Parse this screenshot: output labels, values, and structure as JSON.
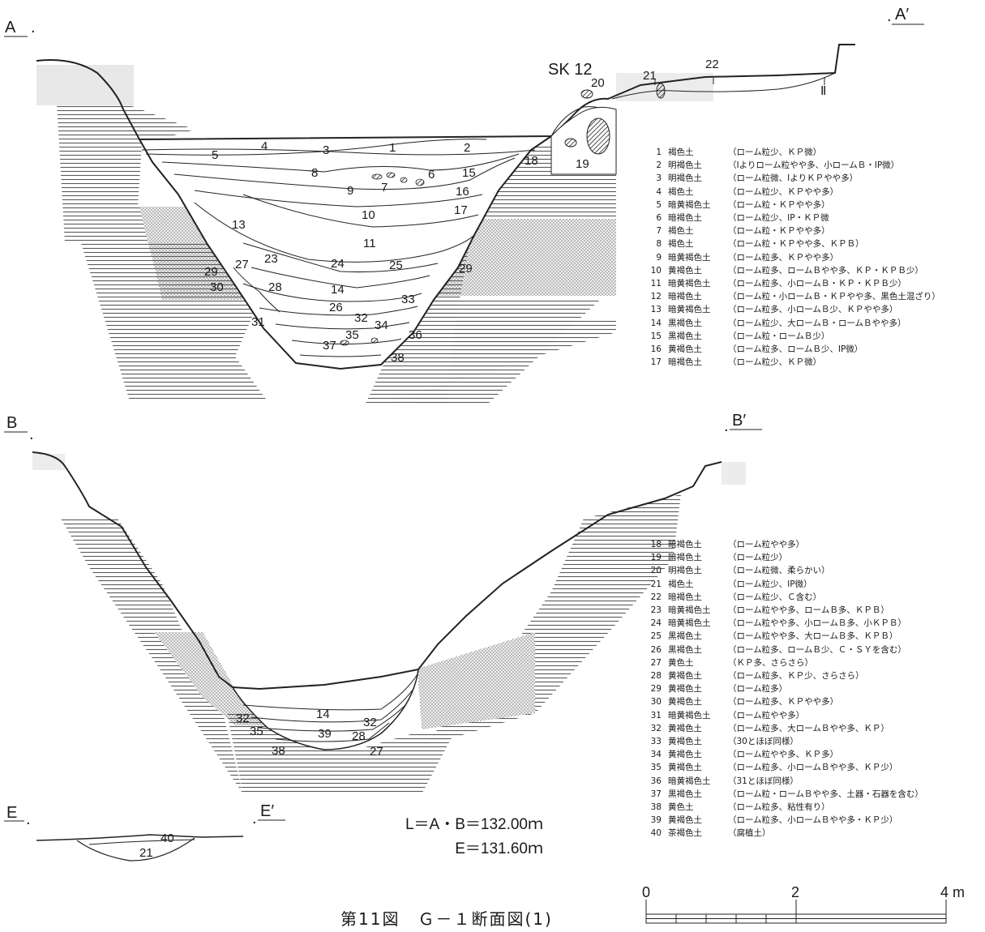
{
  "section_labels": {
    "a": "A",
    "a_prime": "A′",
    "b": "B",
    "b_prime": "B′",
    "e": "E",
    "e_prime": "E′"
  },
  "feature_labels": {
    "sk12": "SK 12",
    "roman_two": "Ⅱ"
  },
  "layers_a": [
    "1",
    "2",
    "3",
    "4",
    "5",
    "6",
    "7",
    "8",
    "9",
    "10",
    "11",
    "13",
    "14",
    "15",
    "16",
    "17",
    "18",
    "19",
    "20",
    "21",
    "22",
    "23",
    "24",
    "25",
    "26",
    "27",
    "28",
    "29",
    "29",
    "30",
    "31",
    "32",
    "33",
    "34",
    "35",
    "36",
    "37",
    "38"
  ],
  "layers_b": [
    "14",
    "32",
    "32",
    "35",
    "39",
    "28",
    "38",
    "27"
  ],
  "layers_e": [
    "40",
    "21"
  ],
  "legend_1": [
    {
      "n": "1",
      "name": "褐色土",
      "desc": "（ローム粒少、ＫＰ微）"
    },
    {
      "n": "2",
      "name": "明褐色土",
      "desc": "（Ⅰよりローム粒やや多、小ロームＢ・IP微）"
    },
    {
      "n": "3",
      "name": "明褐色土",
      "desc": "（ローム粒微、ⅠよりＫＰやや多）"
    },
    {
      "n": "4",
      "name": "褐色土",
      "desc": "（ローム粒少、ＫＰやや多）"
    },
    {
      "n": "5",
      "name": "暗黄褐色土",
      "desc": "（ローム粒・ＫＰやや多）"
    },
    {
      "n": "6",
      "name": "暗褐色土",
      "desc": "（ローム粒少、IP・ＫＰ微"
    },
    {
      "n": "7",
      "name": "褐色土",
      "desc": "（ローム粒・ＫＰやや多）"
    },
    {
      "n": "8",
      "name": "褐色土",
      "desc": "（ローム粒・ＫＰやや多、ＫＰＢ）"
    },
    {
      "n": "9",
      "name": "暗黄褐色土",
      "desc": "（ローム粒多、ＫＰやや多）"
    },
    {
      "n": "10",
      "name": "黄褐色土",
      "desc": "（ローム粒多、ロームＢやや多、ＫＰ・ＫＰＢ少）"
    },
    {
      "n": "11",
      "name": "暗黄褐色土",
      "desc": "（ローム粒多、小ロームＢ・ＫＰ・ＫＰＢ少）"
    },
    {
      "n": "12",
      "name": "暗褐色土",
      "desc": "（ローム粒・小ロームＢ・ＫＰやや多、黒色土混ざり）"
    },
    {
      "n": "13",
      "name": "暗黄褐色土",
      "desc": "（ローム粒多、小ロームＢ少、ＫＰやや多）"
    },
    {
      "n": "14",
      "name": "黒褐色土",
      "desc": "（ローム粒少、大ロームＢ・ロームＢやや多）"
    },
    {
      "n": "15",
      "name": "黒褐色土",
      "desc": "（ローム粒・ロームＢ少）"
    },
    {
      "n": "16",
      "name": "黄褐色土",
      "desc": "（ローム粒多、ロームＢ少、IP微）"
    },
    {
      "n": "17",
      "name": "暗褐色土",
      "desc": "（ローム粒少、ＫＰ微）"
    }
  ],
  "legend_2": [
    {
      "n": "18",
      "name": "暗褐色土",
      "desc": "（ローム粒やや多）"
    },
    {
      "n": "19",
      "name": "暗褐色土",
      "desc": "（ローム粒少）"
    },
    {
      "n": "20",
      "name": "明褐色土",
      "desc": "（ローム粒微、柔らかい）"
    },
    {
      "n": "21",
      "name": "褐色土",
      "desc": "（ローム粒少、IP微）"
    },
    {
      "n": "22",
      "name": "暗褐色土",
      "desc": "（ローム粒少、Ｃ含む）"
    },
    {
      "n": "23",
      "name": "暗黄褐色土",
      "desc": "（ローム粒やや多、ロームＢ多、ＫＰＢ）"
    },
    {
      "n": "24",
      "name": "暗黄褐色土",
      "desc": "（ローム粒やや多、小ロームＢ多、小ＫＰＢ）"
    },
    {
      "n": "25",
      "name": "黒褐色土",
      "desc": "（ローム粒やや多、大ロームＢ多、ＫＰＢ）"
    },
    {
      "n": "26",
      "name": "黒褐色土",
      "desc": "（ローム粒多、ロームＢ少、Ｃ・ＳＹを含む）"
    },
    {
      "n": "27",
      "name": "黄色土",
      "desc": "（ＫＰ多、さらさら）"
    },
    {
      "n": "28",
      "name": "黄褐色土",
      "desc": "（ローム粒多、ＫＰ少、さらさら）"
    },
    {
      "n": "29",
      "name": "黄褐色土",
      "desc": "（ローム粒多）"
    },
    {
      "n": "30",
      "name": "黄褐色土",
      "desc": "（ローム粒多、ＫＰやや多）"
    },
    {
      "n": "31",
      "name": "暗黄褐色土",
      "desc": "（ローム粒やや多）"
    },
    {
      "n": "32",
      "name": "黄褐色土",
      "desc": "（ローム粒多、大ロームＢやや多、ＫＰ）"
    },
    {
      "n": "33",
      "name": "黄褐色土",
      "desc": "（30とほぼ同様）"
    },
    {
      "n": "34",
      "name": "黄褐色土",
      "desc": "（ローム粒やや多、ＫＰ多）"
    },
    {
      "n": "35",
      "name": "黄褐色土",
      "desc": "（ローム粒多、小ロームＢやや多、ＫＰ少）"
    },
    {
      "n": "36",
      "name": "暗黄褐色土",
      "desc": "（31とほぼ同様）"
    },
    {
      "n": "37",
      "name": "黒褐色土",
      "desc": "（ローム粒・ロームＢやや多、土器・石器を含む）"
    },
    {
      "n": "38",
      "name": "黄色土",
      "desc": "（ローム粒多、粘性有り）"
    },
    {
      "n": "39",
      "name": "黄褐色土",
      "desc": "（ローム粒多、小ロームＢやや多・ＫＰ少）"
    },
    {
      "n": "40",
      "name": "茶褐色土",
      "desc": "（腐植土）"
    }
  ],
  "levels": {
    "l": "L＝A・B＝132.00ｍ",
    "e": "E＝131.60ｍ"
  },
  "scale": {
    "zero": "0",
    "mid": "2",
    "max": "4 m"
  },
  "caption": "第11図　Ｇ－１断面図(1)"
}
